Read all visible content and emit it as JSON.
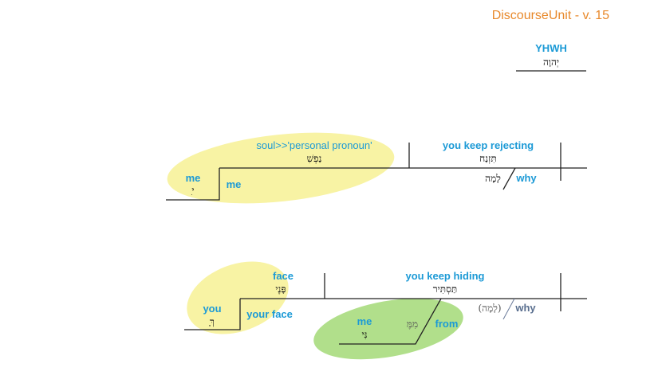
{
  "header": {
    "title": "DiscourseUnit - v. 15"
  },
  "top": {
    "english": "YHWH",
    "hebrew": "יְהוָה"
  },
  "clause1": {
    "subject_1": {
      "english": "me",
      "hebrew": "ִי"
    },
    "subject_2": {
      "english": "me"
    },
    "object": {
      "english": "soul>>'personal pronoun'",
      "hebrew": "נַפְשִׁ"
    },
    "verb": {
      "english": "you keep rejecting",
      "hebrew": "תִּזְנַח"
    },
    "modifier": {
      "english": "why",
      "hebrew": "לָמָה"
    }
  },
  "clause2": {
    "subject_1": {
      "english": "you",
      "hebrew": "ָךּ"
    },
    "subject_2": {
      "english": "your face"
    },
    "object": {
      "english": "face",
      "hebrew": "פָּנֶי"
    },
    "verb": {
      "english": "you keep hiding",
      "hebrew": "תַּסְתִּיר"
    },
    "modifier": {
      "english": "why",
      "hebrew": "(לָמָה)"
    },
    "prep_object": {
      "english": "me",
      "hebrew": "נִּי"
    },
    "prep": {
      "english": "from",
      "hebrew": "מִמֶּ"
    }
  },
  "colors": {
    "english_text": "#1c9ad6",
    "title_text": "#e8892b",
    "highlight_yellow": "#f7f29a",
    "highlight_green": "#a8dc7e"
  }
}
